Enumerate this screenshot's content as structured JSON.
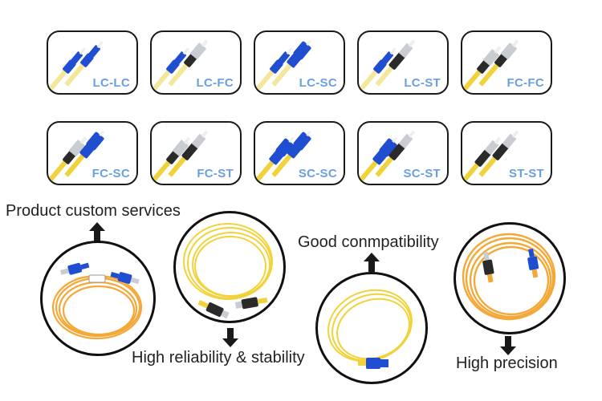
{
  "connector_grid": {
    "rows": [
      [
        {
          "label": "LC-LC",
          "left": "lc",
          "right": "lc"
        },
        {
          "label": "LC-FC",
          "left": "lc",
          "right": "fc"
        },
        {
          "label": "LC-SC",
          "left": "lc",
          "right": "sc"
        },
        {
          "label": "LC-ST",
          "left": "lc",
          "right": "st"
        },
        {
          "label": "FC-FC",
          "left": "fc",
          "right": "fc"
        }
      ],
      [
        {
          "label": "FC-SC",
          "left": "fc",
          "right": "sc"
        },
        {
          "label": "FC-ST",
          "left": "fc",
          "right": "st"
        },
        {
          "label": "SC-SC",
          "left": "sc",
          "right": "sc"
        },
        {
          "label": "SC-ST",
          "left": "sc",
          "right": "st"
        },
        {
          "label": "ST-ST",
          "left": "st",
          "right": "st"
        }
      ]
    ]
  },
  "features": {
    "custom": "Product custom services",
    "reliability": "High reliability & stability",
    "compatibility": "Good conmpatibility",
    "precision": "High precision"
  },
  "colors": {
    "label": "#6a9fe0",
    "cable_yellow": "#f2d23a",
    "cable_orange": "#f4a838",
    "connector_blue": "#1f4fd0",
    "connector_black": "#2a2a2a",
    "metal": "#c9ccd1",
    "border": "#1a1a1a"
  },
  "icons": {
    "up_arrow": "arrow-up-icon",
    "down_arrow": "arrow-down-icon"
  }
}
